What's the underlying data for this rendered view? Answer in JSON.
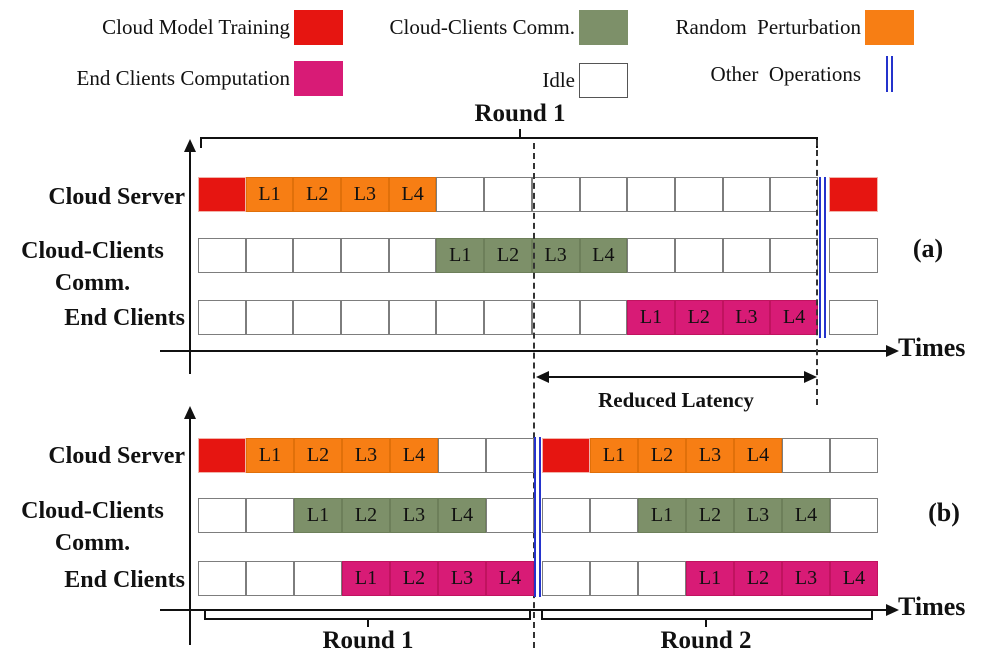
{
  "colors": {
    "red": "#e61511",
    "orange": "#f77e14",
    "green": "#7d9069",
    "magenta": "#d81b76",
    "idle": "#ffffff",
    "blue_bars": "#2433cc"
  },
  "legend": {
    "items": [
      {
        "label": "Cloud Model Training",
        "swatch": "red"
      },
      {
        "label": "Cloud-Clients Comm.",
        "swatch": "green"
      },
      {
        "label": "Random  Perturbation",
        "swatch": "orange"
      },
      {
        "label": "End Clients Computation",
        "swatch": "magenta"
      },
      {
        "label": "Idle",
        "swatch": "idle"
      },
      {
        "label": "Other  Operations",
        "swatch": "blue_bars"
      }
    ]
  },
  "panel_a": {
    "round_label": "Round 1",
    "caption": "(a)",
    "times_label": "Times",
    "reduced_latency_label": "Reduced Latency",
    "row_labels": {
      "cloud_server": "Cloud Server",
      "cloud_clients_line1": "Cloud-Clients",
      "cloud_clients_line2": "Comm.",
      "end_clients": "End Clients"
    },
    "rows": {
      "cloud_server_main": [
        {
          "type": "red",
          "label": ""
        },
        {
          "type": "orange",
          "label": "L1"
        },
        {
          "type": "orange",
          "label": "L2"
        },
        {
          "type": "orange",
          "label": "L3"
        },
        {
          "type": "orange",
          "label": "L4"
        },
        {
          "type": "idle",
          "label": ""
        },
        {
          "type": "idle",
          "label": ""
        },
        {
          "type": "idle",
          "label": ""
        },
        {
          "type": "idle",
          "label": ""
        },
        {
          "type": "idle",
          "label": ""
        },
        {
          "type": "idle",
          "label": ""
        },
        {
          "type": "idle",
          "label": ""
        },
        {
          "type": "idle",
          "label": ""
        }
      ],
      "cloud_server_end": [
        {
          "type": "red",
          "label": ""
        }
      ],
      "cloud_clients_main": [
        {
          "type": "idle",
          "label": ""
        },
        {
          "type": "idle",
          "label": ""
        },
        {
          "type": "idle",
          "label": ""
        },
        {
          "type": "idle",
          "label": ""
        },
        {
          "type": "idle",
          "label": ""
        },
        {
          "type": "green",
          "label": "L1"
        },
        {
          "type": "green",
          "label": "L2"
        },
        {
          "type": "green",
          "label": "L3"
        },
        {
          "type": "green",
          "label": "L4"
        },
        {
          "type": "idle",
          "label": ""
        },
        {
          "type": "idle",
          "label": ""
        },
        {
          "type": "idle",
          "label": ""
        },
        {
          "type": "idle",
          "label": ""
        }
      ],
      "cloud_clients_end": [
        {
          "type": "idle",
          "label": ""
        }
      ],
      "end_clients_main": [
        {
          "type": "idle",
          "label": ""
        },
        {
          "type": "idle",
          "label": ""
        },
        {
          "type": "idle",
          "label": ""
        },
        {
          "type": "idle",
          "label": ""
        },
        {
          "type": "idle",
          "label": ""
        },
        {
          "type": "idle",
          "label": ""
        },
        {
          "type": "idle",
          "label": ""
        },
        {
          "type": "idle",
          "label": ""
        },
        {
          "type": "idle",
          "label": ""
        },
        {
          "type": "magenta",
          "label": "L1"
        },
        {
          "type": "magenta",
          "label": "L2"
        },
        {
          "type": "magenta",
          "label": "L3"
        },
        {
          "type": "magenta",
          "label": "L4"
        }
      ],
      "end_clients_end": [
        {
          "type": "idle",
          "label": ""
        }
      ]
    }
  },
  "panel_b": {
    "round1_label": "Round 1",
    "round2_label": "Round 2",
    "caption": "(b)",
    "times_label": "Times",
    "row_labels": {
      "cloud_server": "Cloud Server",
      "cloud_clients_line1": "Cloud-Clients",
      "cloud_clients_line2": "Comm.",
      "end_clients": "End Clients"
    },
    "rows": {
      "cloud_server_r1": [
        {
          "type": "red",
          "label": ""
        },
        {
          "type": "orange",
          "label": "L1"
        },
        {
          "type": "orange",
          "label": "L2"
        },
        {
          "type": "orange",
          "label": "L3"
        },
        {
          "type": "orange",
          "label": "L4"
        },
        {
          "type": "idle",
          "label": ""
        },
        {
          "type": "idle",
          "label": ""
        }
      ],
      "cloud_server_r2": [
        {
          "type": "red",
          "label": ""
        },
        {
          "type": "orange",
          "label": "L1"
        },
        {
          "type": "orange",
          "label": "L2"
        },
        {
          "type": "orange",
          "label": "L3"
        },
        {
          "type": "orange",
          "label": "L4"
        },
        {
          "type": "idle",
          "label": ""
        },
        {
          "type": "idle",
          "label": ""
        }
      ],
      "cloud_clients_r1": [
        {
          "type": "idle",
          "label": ""
        },
        {
          "type": "idle",
          "label": ""
        },
        {
          "type": "green",
          "label": "L1"
        },
        {
          "type": "green",
          "label": "L2"
        },
        {
          "type": "green",
          "label": "L3"
        },
        {
          "type": "green",
          "label": "L4"
        },
        {
          "type": "idle",
          "label": ""
        }
      ],
      "cloud_clients_r2": [
        {
          "type": "idle",
          "label": ""
        },
        {
          "type": "idle",
          "label": ""
        },
        {
          "type": "green",
          "label": "L1"
        },
        {
          "type": "green",
          "label": "L2"
        },
        {
          "type": "green",
          "label": "L3"
        },
        {
          "type": "green",
          "label": "L4"
        },
        {
          "type": "idle",
          "label": ""
        }
      ],
      "end_clients_r1": [
        {
          "type": "idle",
          "label": ""
        },
        {
          "type": "idle",
          "label": ""
        },
        {
          "type": "idle",
          "label": ""
        },
        {
          "type": "magenta",
          "label": "L1"
        },
        {
          "type": "magenta",
          "label": "L2"
        },
        {
          "type": "magenta",
          "label": "L3"
        },
        {
          "type": "magenta",
          "label": "L4"
        }
      ],
      "end_clients_r2": [
        {
          "type": "idle",
          "label": ""
        },
        {
          "type": "idle",
          "label": ""
        },
        {
          "type": "idle",
          "label": ""
        },
        {
          "type": "magenta",
          "label": "L1"
        },
        {
          "type": "magenta",
          "label": "L2"
        },
        {
          "type": "magenta",
          "label": "L3"
        },
        {
          "type": "magenta",
          "label": "L4"
        }
      ]
    }
  }
}
